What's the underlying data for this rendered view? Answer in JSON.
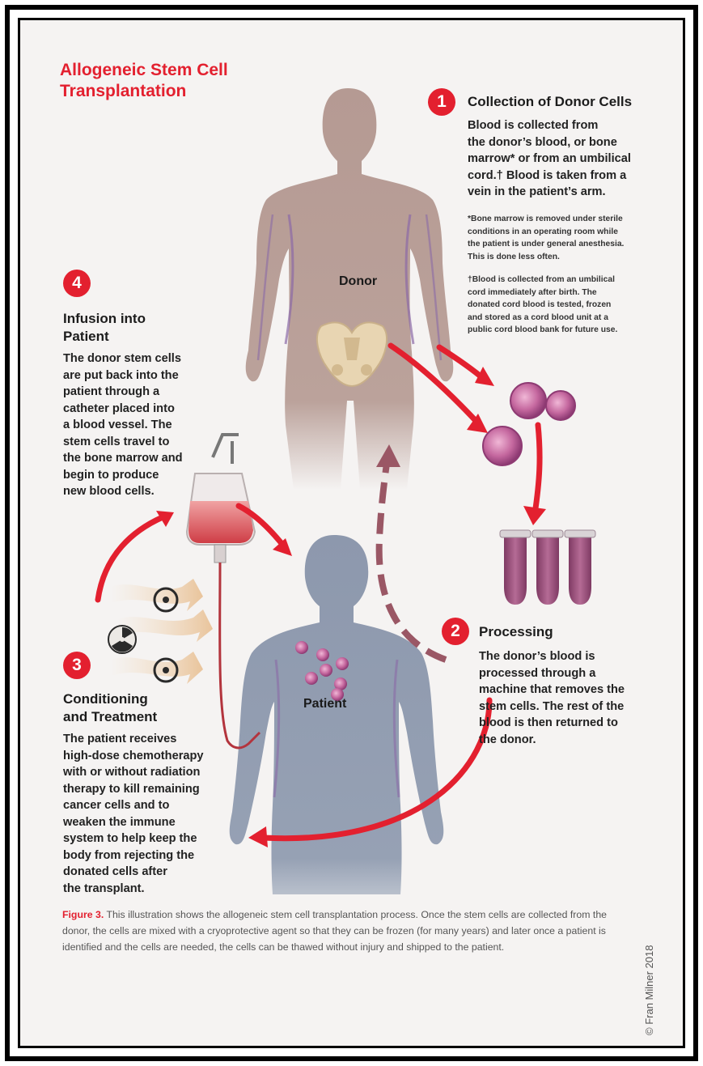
{
  "title_line1": "Allogeneic Stem Cell",
  "title_line2": "Transplantation",
  "step1": {
    "number": "1",
    "heading": "Collection of Donor Cells",
    "body": [
      "Blood is collected from",
      "the donor’s blood, or bone",
      "marrow* or from an umbilical",
      "cord.† Blood is taken from a",
      "vein in the patient’s arm."
    ],
    "note1": [
      "*Bone marrow is removed under sterile",
      "conditions in an operating room while",
      "the patient is under general anesthesia.",
      "This is done less often."
    ],
    "note2": [
      "†Blood is collected from an umbilical",
      "cord immediately after birth. The",
      "donated cord blood is tested, frozen",
      "and stored as a cord blood unit at a",
      "public cord blood bank for future use."
    ]
  },
  "step2": {
    "number": "2",
    "heading": "Processing",
    "body": [
      "The donor’s blood is",
      "processed through a",
      "machine that removes the",
      "stem cells. The rest of the",
      "blood is then returned to",
      "the donor."
    ]
  },
  "step3": {
    "number": "3",
    "heading": [
      "Conditioning",
      "and Treatment"
    ],
    "body": [
      "The patient receives",
      "high-dose chemotherapy",
      "with or without radiation",
      "therapy to kill remaining",
      "cancer cells and to",
      "weaken the immune",
      "system to help keep the",
      "body from rejecting the",
      "donated cells after",
      "the transplant."
    ]
  },
  "step4": {
    "number": "4",
    "heading": [
      "Infusion into",
      "Patient"
    ],
    "body": [
      "The donor stem cells",
      "are put back into the",
      "patient through a",
      "catheter placed into",
      "a blood vessel. The",
      "stem cells travel to",
      "the bone marrow and",
      "begin to produce",
      "new blood cells."
    ]
  },
  "donor_label": "Donor",
  "patient_label": "Patient",
  "caption_lead": "Figure 3.",
  "caption_text": " This illustration shows the allogeneic stem cell transplantation process. Once the stem cells are collected from the donor, the cells are mixed with a cryoprotective agent so that they can be frozen (for many years) and later once a patient is identified and the cells are needed, the cells can be thawed without injury and shipped to the patient.",
  "credit": "© Fran Milner 2018",
  "colors": {
    "accent": "#e3202f",
    "donor_body": "#b59a93",
    "patient_body": "#8d98ad",
    "cell": "#c5689f",
    "tube": "#9a4f78"
  },
  "icons": [
    "biohazard-icon",
    "radiation-icon",
    "iv-bag-icon",
    "test-tube-icon",
    "stem-cell-icon",
    "pelvis-icon"
  ]
}
